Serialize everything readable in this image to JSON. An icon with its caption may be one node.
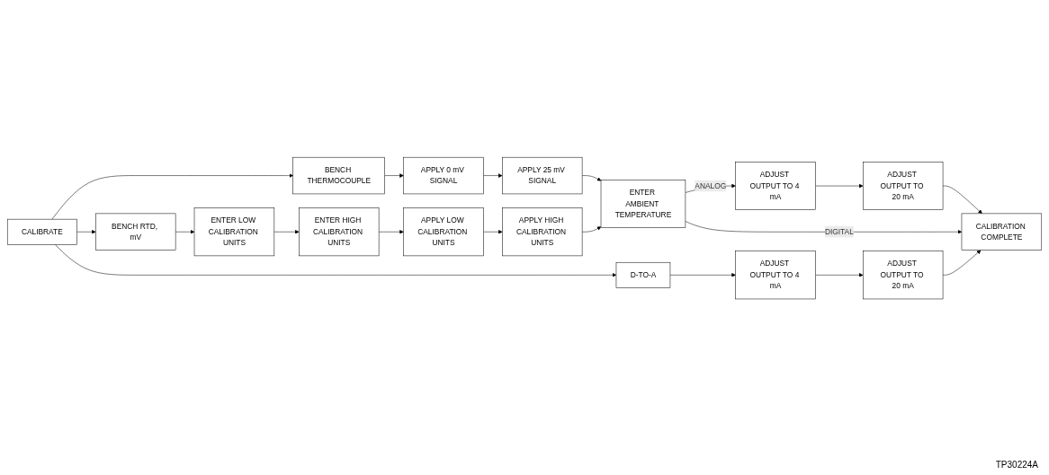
{
  "diagram": {
    "nodes": [
      {
        "text": [
          "CALIBRATE"
        ]
      },
      {
        "text": [
          "BENCH THERMOCOUPLE"
        ]
      },
      {
        "text": [
          "APPLY 0 mV SIGNAL"
        ]
      },
      {
        "text": [
          "APPLY 25 mV SIGNAL"
        ]
      },
      {
        "text": [
          "BENCH RTD, mV"
        ]
      },
      {
        "text": [
          "ENTER LOW CALIBRATION UNITS"
        ]
      },
      {
        "text": [
          "ENTER HIGH CALIBRATION UNITS"
        ]
      },
      {
        "text": [
          "APPLY LOW CALIBRATION UNITS"
        ]
      },
      {
        "text": [
          "APPLY HIGH CALIBRATION UNITS"
        ]
      },
      {
        "text": [
          "ENTER AMBIENT TEMPERATURE"
        ]
      },
      {
        "text": [
          "ADJUST OUTPUT TO 4 mA"
        ]
      },
      {
        "text": [
          "D-TO-A"
        ]
      },
      {
        "text": [
          "ADJUST OUTPUT TO 4 mA"
        ]
      },
      {
        "text": [
          "ADJUST OUTPUT TO 20 mA"
        ]
      },
      {
        "text": [
          "CALIBRATION COMPLETE"
        ]
      },
      {
        "text": [
          "ADJUST OUTPUT TO 20 mA"
        ]
      }
    ],
    "edges": [
      {
        "from": 0,
        "to": 1,
        "arrow": "to"
      },
      {
        "from": 1,
        "to": 2,
        "arrow": "to"
      },
      {
        "from": 2,
        "to": 3,
        "arrow": "to"
      },
      {
        "from": 3,
        "to": 9,
        "arrow": "to"
      },
      {
        "from": 0,
        "to": 4,
        "arrow": "to"
      },
      {
        "from": 4,
        "to": 5,
        "arrow": "to"
      },
      {
        "from": 5,
        "to": 6,
        "arrow": "to"
      },
      {
        "from": 6,
        "to": 7,
        "arrow": "to"
      },
      {
        "from": 7,
        "to": 8,
        "arrow": "to"
      },
      {
        "from": 8,
        "to": 9,
        "arrow": "to"
      },
      {
        "from": 9,
        "to": 10,
        "label": "ANALOG",
        "arrow": "to"
      },
      {
        "from": 9,
        "to": 14,
        "label": "DIGITAL",
        "arrow": "to"
      },
      {
        "from": 10,
        "to": 15,
        "arrow": "to"
      },
      {
        "from": 0,
        "to": 11,
        "arrow": "to"
      },
      {
        "from": 11,
        "to": 12,
        "arrow": "to"
      },
      {
        "from": 12,
        "to": 13,
        "arrow": "to"
      },
      {
        "from": 13,
        "to": 14,
        "arrow": "to"
      },
      {
        "from": 15,
        "to": 14,
        "arrow": "to"
      }
    ],
    "labels": [
      "TP30224A"
    ]
  }
}
